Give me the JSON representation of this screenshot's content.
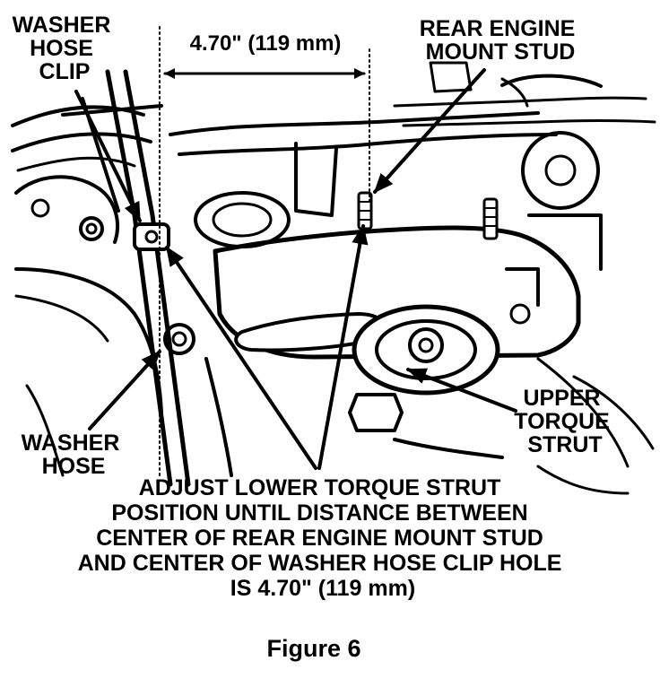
{
  "labels": {
    "washer_hose_clip": [
      "WASHER",
      "HOSE",
      "CLIP"
    ],
    "measurement": "4.70\" (119 mm)",
    "rear_engine_mount_stud": [
      "REAR ENGINE",
      "MOUNT STUD"
    ],
    "upper_torque_strut": [
      "UPPER",
      "TORQUE",
      "STRUT"
    ],
    "washer_hose": [
      "WASHER",
      "HOSE"
    ],
    "instruction": [
      "ADJUST LOWER TORQUE STRUT",
      "POSITION UNTIL DISTANCE BETWEEN",
      "CENTER OF REAR ENGINE MOUNT STUD",
      "AND CENTER OF WASHER HOSE CLIP HOLE",
      "IS 4.70\" (119 mm)"
    ]
  },
  "caption": "Figure 6",
  "colors": {
    "ink": "#000000",
    "paper": "#ffffff"
  }
}
